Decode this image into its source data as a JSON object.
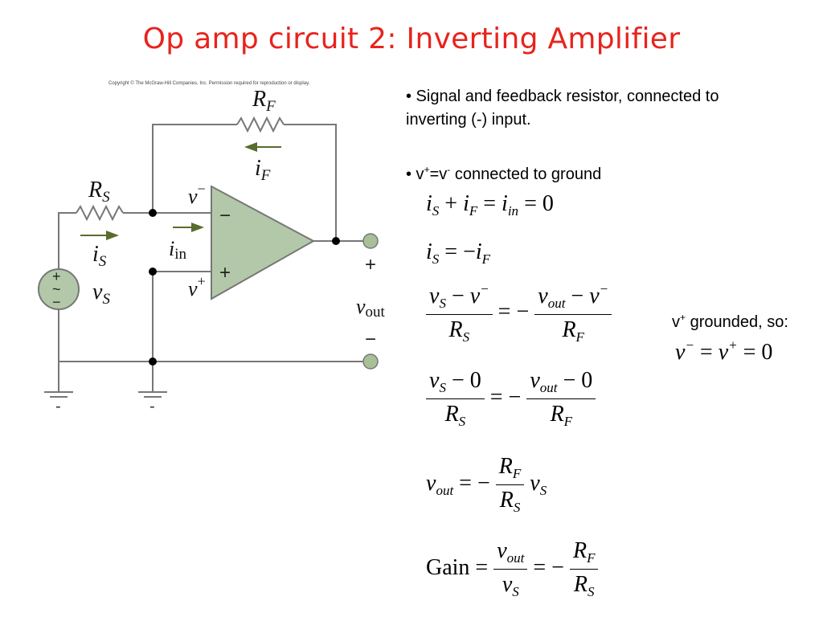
{
  "title": "Op amp circuit 2: Inverting Amplifier",
  "copyright": "Copyright © The McGraw-Hill Companies, Inc. Permission required for reproduction or display.",
  "circuit": {
    "rf_label": "R",
    "rf_sub": "F",
    "if_label": "i",
    "if_sub": "F",
    "rs_label": "R",
    "rs_sub": "S",
    "is_label": "i",
    "is_sub": "S",
    "vs_label": "v",
    "vs_sub": "S",
    "vminus_label": "v",
    "vminus_sup": "−",
    "vplus_label": "v",
    "vplus_sup": "+",
    "iin_label": "i",
    "iin_sub": "in",
    "vout_label": "v",
    "vout_sub": "out",
    "minus_sign": "−",
    "plus_sign": "+",
    "out_plus": "+",
    "out_minus": "−",
    "src_plus": "+",
    "src_tilde": "~",
    "src_minus": "−",
    "ground_minus_1": "-",
    "ground_minus_2": "-"
  },
  "bullets": {
    "b1": "• Signal and feedback resistor, connected to inverting (-) input.",
    "b2_prefix": "• v",
    "b2_sup1": "+",
    "b2_mid": "=v",
    "b2_sup2": "-",
    "b2_suffix": " connected to ground"
  },
  "note": {
    "prefix": "v",
    "sup": "+",
    "suffix": " grounded, so:"
  },
  "equations": {
    "eq1": "i_S + i_F = i_in = 0",
    "eq2": "i_S = −i_F",
    "eq3": "(v_S − v⁻)/R_S = −(v_out − v⁻)/R_F",
    "eq_note": "v⁻ = v⁺ = 0",
    "eq4": "(v_S − 0)/R_S = −(v_out − 0)/R_F",
    "eq5": "v_out = −(R_F/R_S) v_S",
    "eq6": "Gain = v_out/v_S = −R_F/R_S"
  },
  "colors": {
    "title": "#e8231c",
    "opamp_fill": "#b3c8a8",
    "terminal_fill": "#a8bf98",
    "wire": "#777777",
    "arrow": "#5a6b2e"
  }
}
